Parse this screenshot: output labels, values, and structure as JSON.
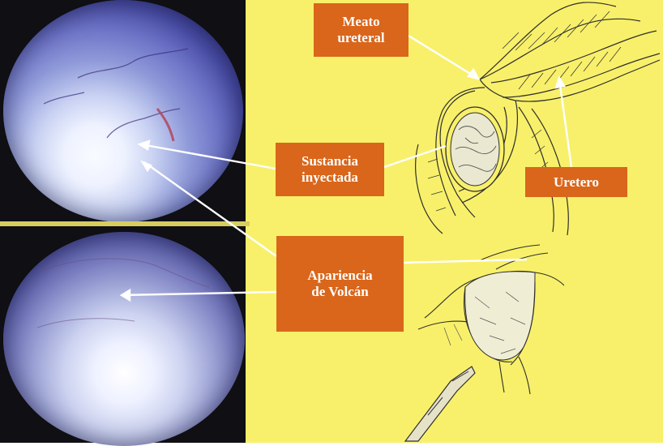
{
  "labels": {
    "meato_line1": "Meato",
    "meato_line2": "ureteral",
    "sustancia_line1": "Sustancia",
    "sustancia_line2": "inyectada",
    "apariencia_line1": "Apariencia",
    "apariencia_line2": "de Volcán",
    "uretero": "Uretero"
  },
  "colors": {
    "label_fill": "#d9661b",
    "diagram_background": "#f8f06a",
    "photo_background": "#0f0f14"
  },
  "icons": [
    "endoscopic-photo",
    "ureter-illustration",
    "volcano-illustration",
    "injection-needle-icon"
  ]
}
